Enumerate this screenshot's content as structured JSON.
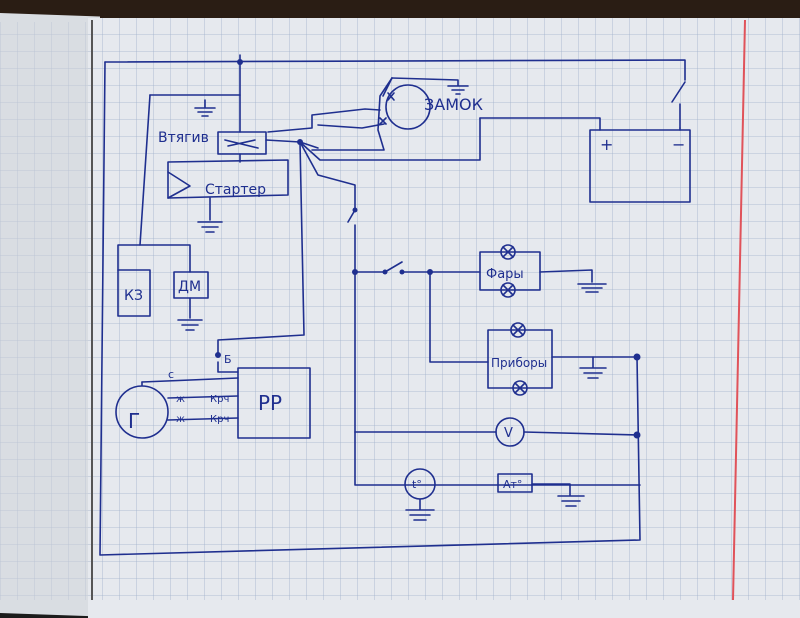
{
  "diagram": {
    "labels": {
      "zamok": "ЗАМОК",
      "vtyagiv": "Втягив",
      "starter": "Стартер",
      "fary": "Фары",
      "pribory": "Приборы",
      "kz": "КЗ",
      "dm": "ДМ",
      "rr": "РР",
      "g": "Г",
      "b": "Б",
      "s": "с",
      "sh1": "ж",
      "sh2": "ж",
      "krch1": "Крч",
      "krch2": "Крч",
      "plus": "+",
      "minus": "−",
      "voltmeter": "V",
      "temp": "t°",
      "at": "Ат°"
    },
    "colors": {
      "ink": "#1f2f8f",
      "grid": "#9fb0cc",
      "margin": "#e0525a",
      "paper": "#e6e9ee"
    }
  }
}
